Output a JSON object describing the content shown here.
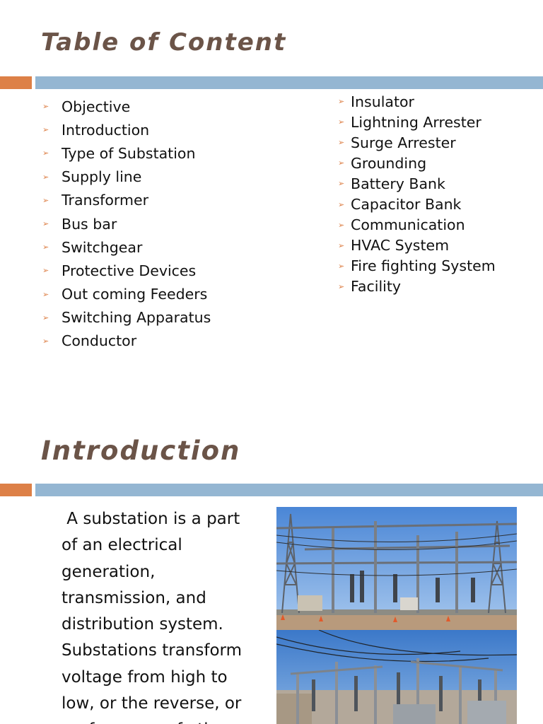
{
  "slide1": {
    "title": "Table of Content",
    "left_items": [
      "Objective",
      "Introduction",
      "Type of Substation",
      "Supply line",
      "Transformer",
      "Bus bar",
      "Switchgear",
      "Protective Devices",
      "Out coming Feeders",
      "Switching Apparatus",
      "Conductor"
    ],
    "right_items": [
      "Insulator",
      "Lightning Arrester",
      "Surge Arrester",
      "Grounding",
      "Battery Bank",
      "Capacitor Bank",
      "Communication",
      "HVAC System",
      "Fire fighting System",
      "Facility"
    ]
  },
  "slide2": {
    "title": "Introduction",
    "body_lines": [
      " A substation is a part",
      "of an electrical",
      "generation,",
      "transmission, and",
      "distribution system.",
      "Substations transform",
      "voltage from high to",
      "low, or the reverse, or",
      "perform any of other"
    ]
  },
  "colors": {
    "title": "#6b5448",
    "accent_orange": "#dd8047",
    "accent_blue": "#94b6d2",
    "bullet": "#dd8047"
  },
  "icons": {
    "bullet": "arrow-bullet-icon",
    "photos": [
      "substation-photo",
      "substation-photo"
    ]
  }
}
